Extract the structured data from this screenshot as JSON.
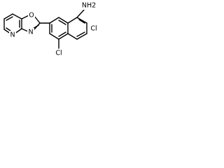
{
  "molecule": {
    "atoms": {
      "nh2": "NH2",
      "cl_right": "Cl",
      "cl_bottom": "Cl",
      "o_ring": "O",
      "n_oxazole": "N",
      "n_pyridine": "N"
    }
  }
}
